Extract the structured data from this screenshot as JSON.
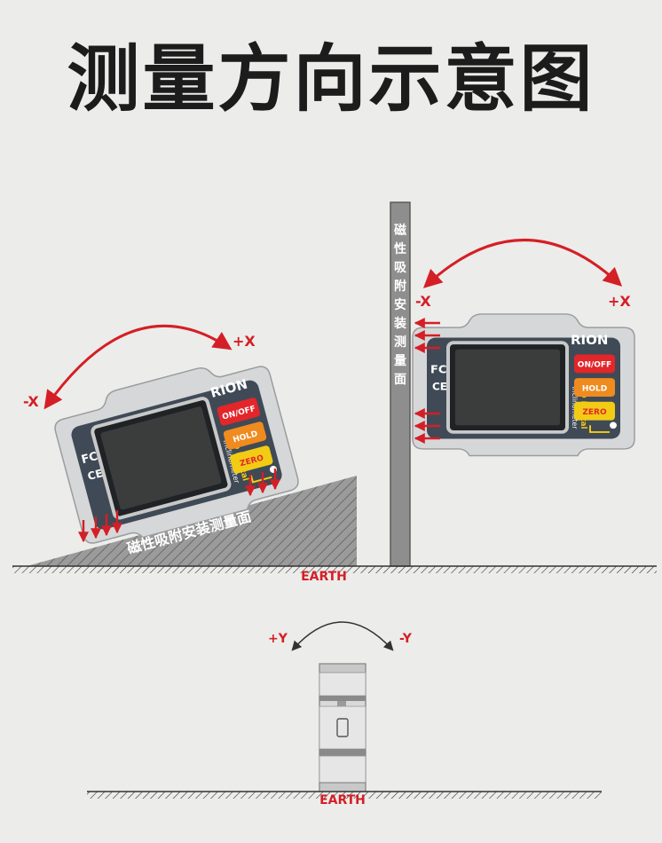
{
  "title": "测量方向示意图",
  "labels": {
    "minus_x": "-X",
    "plus_x": "+X",
    "plus_y": "+Y",
    "minus_y": "-Y",
    "earth": "EARTH",
    "slope_caption": "磁性吸附安装测量面",
    "post_caption": [
      "磁",
      "性",
      "吸",
      "附",
      "安",
      "装",
      "测",
      "量",
      "面"
    ]
  },
  "device": {
    "brand": "RION",
    "fc_mark": "FC",
    "ce_mark": "CE",
    "model_line1": "2D Digital",
    "model_line2": "Inclinometer",
    "buttons": {
      "on_off": "ON/OFF",
      "hold": "HOLD",
      "zero": "ZERO"
    }
  },
  "colors": {
    "arrow_red": "#d41f26",
    "button_red": "#e2262a",
    "button_orange": "#ef8b1f",
    "button_yellow": "#f2cc14",
    "body_dark": "#3f4a56"
  },
  "icons": {
    "magnet_arrows": "red-down-arrows",
    "rotation_arc": "double-headed-red-arc"
  }
}
